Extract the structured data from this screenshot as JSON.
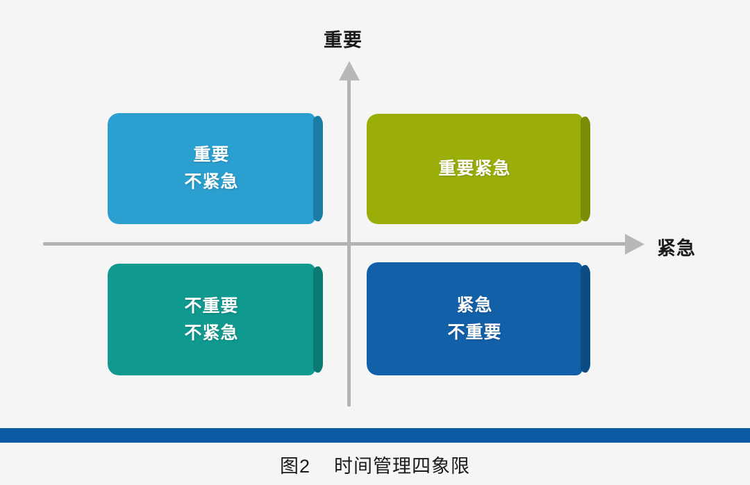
{
  "figure": {
    "background_color": "#f5f5f5",
    "caption": "图2    时间管理四象限",
    "bottom_rule_color": "#0a5ba4"
  },
  "axes": {
    "color": "#b3b3b3",
    "vertical": {
      "label": "重要",
      "arrow_icon": "arrow-up-icon",
      "direction": "up"
    },
    "horizontal": {
      "label": "紧急",
      "arrow_icon": "arrow-right-icon",
      "direction": "right"
    }
  },
  "chart_data": {
    "type": "diagram",
    "title": "图2    时间管理四象限",
    "xlabel": "紧急",
    "ylabel": "重要",
    "quadrants": [
      {
        "id": "important-not-urgent",
        "position": "top-left",
        "lines": [
          "重要",
          "不紧急"
        ],
        "face_color": "#2a9fd0",
        "edge_color": "#1c7ca8"
      },
      {
        "id": "important-urgent",
        "position": "top-right",
        "lines": [
          "重要紧急"
        ],
        "face_color": "#9aad08",
        "edge_color": "#7d8c06"
      },
      {
        "id": "not-important-not-urgent",
        "position": "bottom-left",
        "lines": [
          "不重要",
          "不紧急"
        ],
        "face_color": "#10998f",
        "edge_color": "#0a7a72"
      },
      {
        "id": "urgent-not-important",
        "position": "bottom-right",
        "lines": [
          "紧急",
          "不重要"
        ],
        "face_color": "#1260a8",
        "edge_color": "#0d4b85"
      }
    ]
  }
}
